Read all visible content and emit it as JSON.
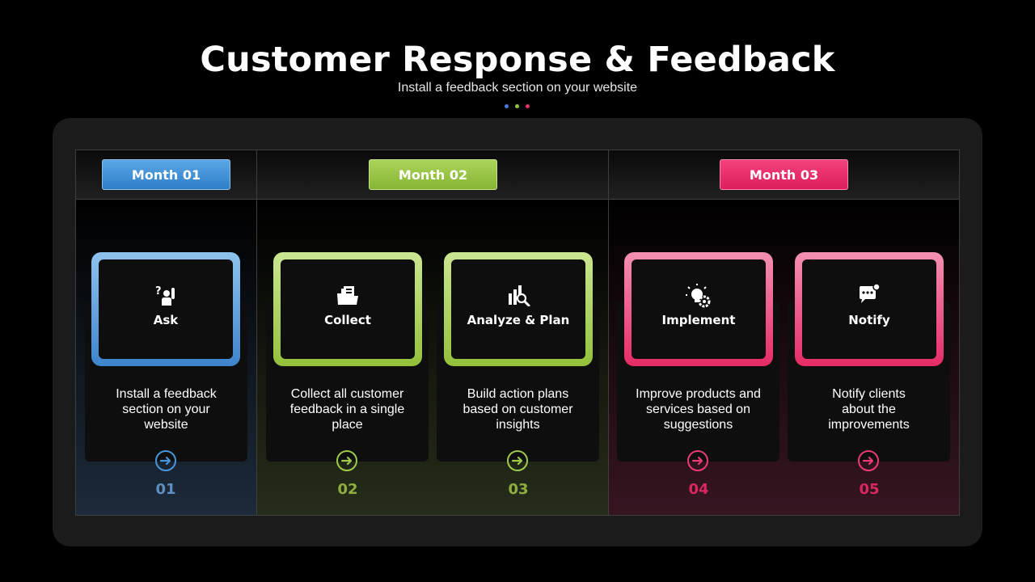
{
  "header": {
    "title": "Customer Response & Feedback",
    "subtitle": "Install a feedback section on your website"
  },
  "colors": {
    "blue": "#3f8fd6",
    "green": "#9cc641",
    "pink": "#ea2a69",
    "dot_blue": "#4a78d9",
    "dot_green": "#8cc63f",
    "dot_pink": "#e8336e"
  },
  "months": [
    {
      "label": "Month 01",
      "color": "#3d8ed6"
    },
    {
      "label": "Month 02",
      "color": "#93c13c"
    },
    {
      "label": "Month 03",
      "color": "#ec2b68"
    }
  ],
  "steps": [
    {
      "title": "Ask",
      "icon": "raised-hand-question-icon",
      "desc_lines": [
        "Install a feedback",
        "section on your",
        "website"
      ],
      "number": "01",
      "accent": "#4a95db",
      "number_color": "#5c8fbf"
    },
    {
      "title": "Collect",
      "icon": "folder-documents-icon",
      "desc_lines": [
        "Collect all customer",
        "feedback in a single",
        "place"
      ],
      "number": "02",
      "accent": "#9fc94a",
      "number_color": "#8fae3f"
    },
    {
      "title": "Analyze & Plan",
      "icon": "chart-magnifier-icon",
      "desc_lines": [
        "Build action plans",
        "based on customer",
        "insights"
      ],
      "number": "03",
      "accent": "#9fc94a",
      "number_color": "#8fae3f"
    },
    {
      "title": "Implement",
      "icon": "lightbulb-gear-icon",
      "desc_lines": [
        "Improve products and",
        "services based on",
        "suggestions"
      ],
      "number": "04",
      "accent": "#ec3b73",
      "number_color": "#d9285f"
    },
    {
      "title": "Notify",
      "icon": "chat-notification-icon",
      "desc_lines": [
        "Notify clients",
        "about the",
        "improvements"
      ],
      "number": "05",
      "accent": "#ec3b73",
      "number_color": "#d9285f"
    }
  ]
}
